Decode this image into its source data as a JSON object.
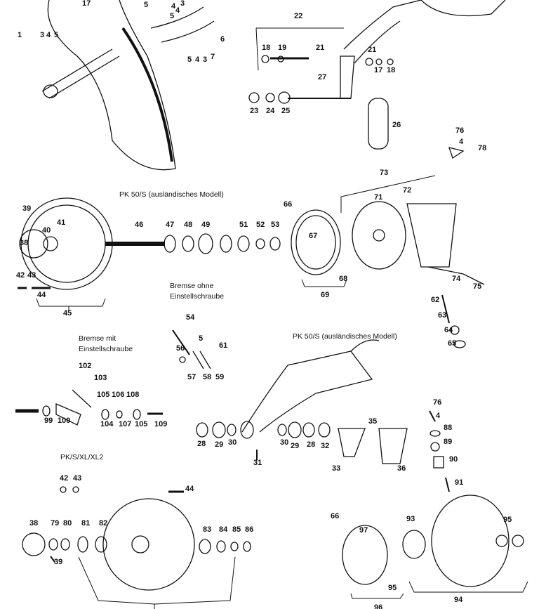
{
  "captions": [
    "PK 50/S (ausländisches Modell)",
    "Bremse ohne",
    "Einstellschraube",
    "PK 50/S (ausländisches Modell)",
    "Bremse mit",
    "Einstellschraube",
    "PK/S/XL/XL2"
  ],
  "part_numbers": [
    "17",
    "5",
    "4",
    "3",
    "5",
    "4",
    "1",
    "3",
    "4",
    "5",
    "6",
    "5",
    "4",
    "3",
    "7",
    "22",
    "18",
    "19",
    "21",
    "21",
    "27",
    "17",
    "18",
    "23",
    "24",
    "25",
    "26",
    "76",
    "4",
    "78",
    "73",
    "71",
    "72",
    "39",
    "41",
    "40",
    "38",
    "46",
    "47",
    "48",
    "49",
    "51",
    "52",
    "53",
    "66",
    "67",
    "68",
    "69",
    "42",
    "43",
    "44",
    "45",
    "74",
    "75",
    "54",
    "5",
    "56",
    "61",
    "57",
    "58",
    "59",
    "62",
    "63",
    "64",
    "65",
    "102",
    "103",
    "105",
    "106",
    "108",
    "99",
    "100",
    "104",
    "107",
    "105",
    "109",
    "28",
    "29",
    "30",
    "31",
    "30",
    "29",
    "28",
    "32",
    "33",
    "35",
    "36",
    "76",
    "4",
    "88",
    "89",
    "90",
    "91",
    "42",
    "43",
    "44",
    "38",
    "79",
    "80",
    "81",
    "82",
    "83",
    "84",
    "85",
    "86",
    "39",
    "66",
    "97",
    "93",
    "95",
    "95",
    "96",
    "94"
  ]
}
